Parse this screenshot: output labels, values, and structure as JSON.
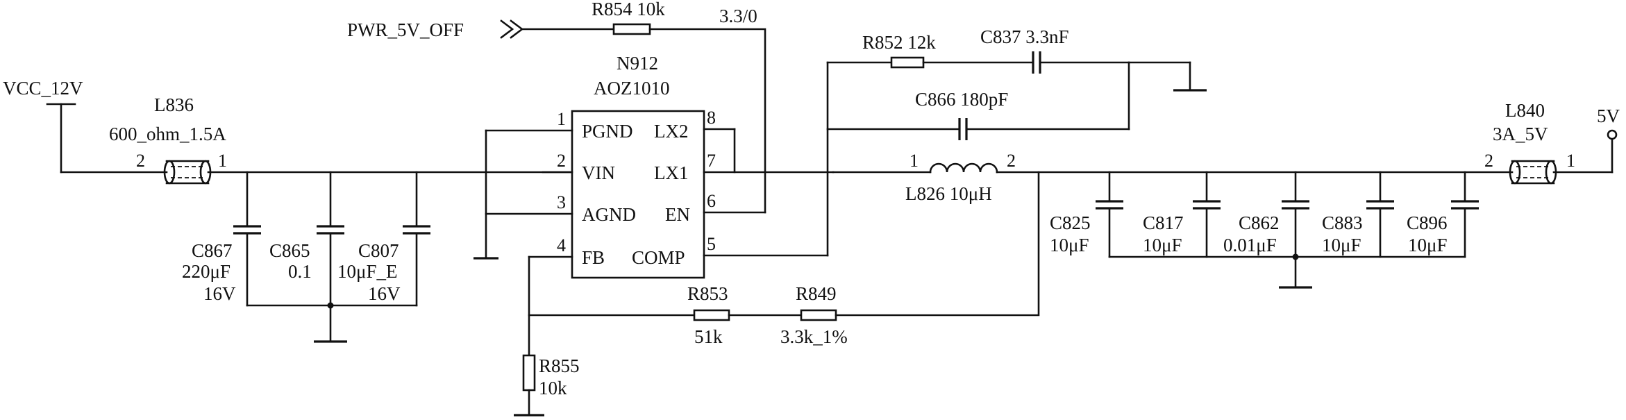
{
  "nets": {
    "vcc": "VCC_12V",
    "pwr_off": "PWR_5V_OFF",
    "en_node": "3.3/0",
    "out": "5V"
  },
  "ic": {
    "ref": "N912",
    "part": "AOZ1010",
    "pins_left": [
      {
        "num": "1",
        "name": "PGND"
      },
      {
        "num": "2",
        "name": "VIN"
      },
      {
        "num": "3",
        "name": "AGND"
      },
      {
        "num": "4",
        "name": "FB"
      }
    ],
    "pins_right": [
      {
        "num": "8",
        "name": "LX2"
      },
      {
        "num": "7",
        "name": "LX1"
      },
      {
        "num": "6",
        "name": "EN"
      },
      {
        "num": "5",
        "name": "COMP"
      }
    ]
  },
  "ferrites": {
    "l836": {
      "ref": "L836",
      "value": "600_ohm_1.5A",
      "pin_a": "2",
      "pin_b": "1"
    },
    "l840": {
      "ref": "L840",
      "value": "3A_5V",
      "pin_a": "2",
      "pin_b": "1"
    }
  },
  "inductor": {
    "ref": "L826 10μH",
    "pin_a": "1",
    "pin_b": "2"
  },
  "resistors": {
    "r854": "R854 10k",
    "r852": "R852 12k",
    "r853_ref": "R853",
    "r853_val": "51k",
    "r849_ref": "R849",
    "r849_val": "3.3k_1%",
    "r855_ref": "R855",
    "r855_val": "10k"
  },
  "caps_comp": {
    "c837": "C837 3.3nF",
    "c866": "C866 180pF"
  },
  "caps_in": [
    {
      "ref": "C867",
      "val1": "220μF",
      "val2": "16V"
    },
    {
      "ref": "C865",
      "val1": "0.1",
      "val2": ""
    },
    {
      "ref": "C807",
      "val1": "10μF_E",
      "val2": "16V"
    }
  ],
  "caps_out": [
    {
      "ref": "C825",
      "val": "10μF"
    },
    {
      "ref": "C817",
      "val": "10μF"
    },
    {
      "ref": "C862",
      "val": "0.01μF"
    },
    {
      "ref": "C883",
      "val": "10μF"
    },
    {
      "ref": "C896",
      "val": "10μF"
    }
  ]
}
